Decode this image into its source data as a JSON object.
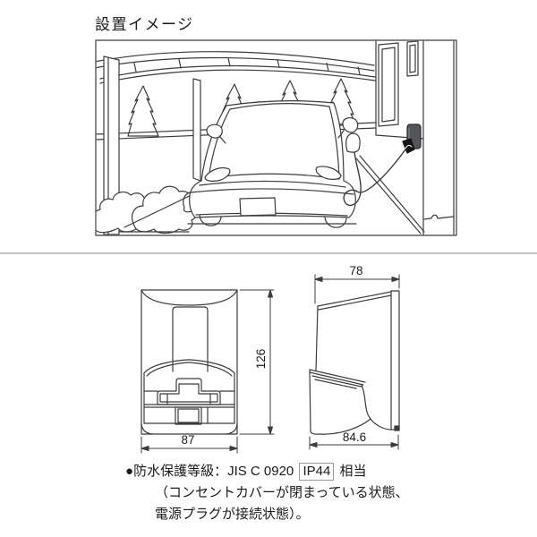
{
  "colors": {
    "background": "#ffffff",
    "line": "#3c3c3c",
    "divider": "#8a8a8a",
    "text": "#1b1b1b",
    "outlet_fill": "#55565a",
    "plug_fill": "#161616"
  },
  "title": "設置イメージ",
  "drawings": {
    "front_view": {
      "width": "87",
      "height": "126"
    },
    "side_view": {
      "top_width": "78",
      "bottom_width": "84.6"
    }
  },
  "spec": {
    "bullet": "●",
    "label": "防水保護等級：JIS C 0920",
    "ip_rating": "IP44",
    "suffix": "相当",
    "note_line1": "（コンセントカバーが閉まっている状態、",
    "note_line2": "電源プラグが接続状態）。"
  }
}
